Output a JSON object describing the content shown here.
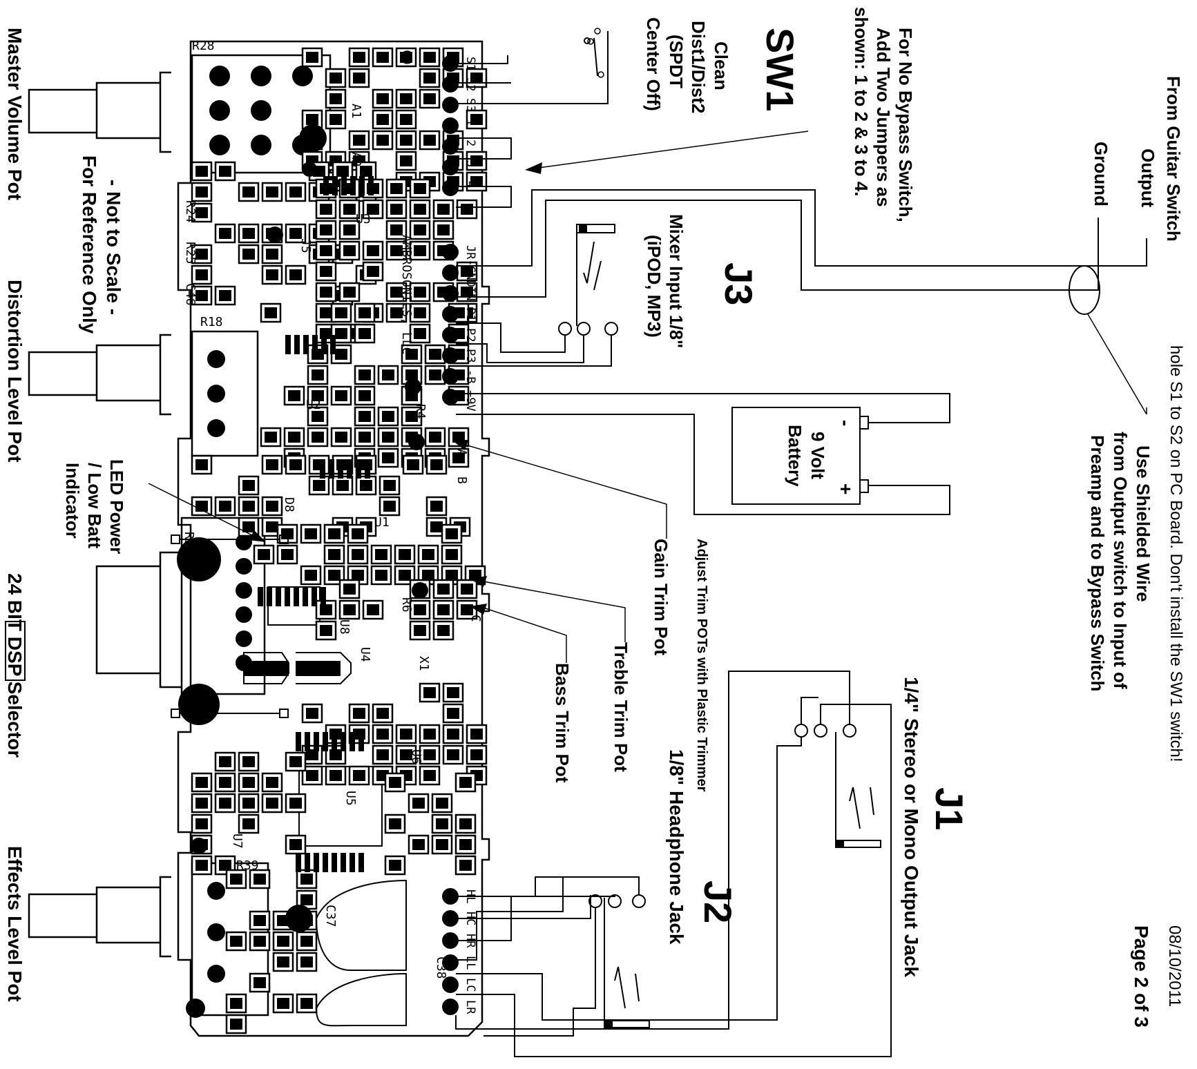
{
  "header": {
    "date": "08/10/2011",
    "page": "Page 2 of 3",
    "note": "hole S1 to S2 on PC Board. Don't install the SW1 switch!"
  },
  "labels": {
    "from_guitar_switch": "From Guitar Switch",
    "output": "Output",
    "ground": "Ground",
    "shielded_1": "Use Shielded Wire",
    "shielded_2": "from Output switch to Input of",
    "shielded_3": "Preamp and to Bypass Switch",
    "bypass_1": "For No Bypass Switch,",
    "bypass_2": "Add Two Jumpers as",
    "bypass_3": "shown: 1 to 2  &  3 to 4.",
    "sw1": "SW1",
    "sw1_1": "Clean",
    "sw1_2": "Dist1/Dist2",
    "sw1_3": "(SPDT",
    "sw1_4": "Center Off)",
    "j3": "J3",
    "j3_1": "Mixer Input 1/8\"",
    "j3_2": "(iPOD, MP3)",
    "battery_minus": "-",
    "battery_plus": "+",
    "battery_1": "9 Volt",
    "battery_2": "Battery",
    "gain_trim": "Gain Trim Pot",
    "adjust_trim": "Adjust Trim POTs with Plastic Trimmer",
    "treble_trim": "Treble Trim Pot",
    "bass_trim": "Bass Trim Pot",
    "j1": "J1",
    "j1_desc": "1/4\" Stereo or Mono Output Jack",
    "j2": "J2",
    "j2_desc": "1/8\" Headphone Jack",
    "master_volume": "Master Volume Pot",
    "not_to_scale_1": "- Not to Scale -",
    "not_to_scale_2": "For Reference Only",
    "distortion_level": "Distortion Level Pot",
    "led_1": "LED Power",
    "led_2": "/ Low Batt",
    "led_3": "Indicator",
    "dsp_selector": "24 BIT DSP Selector",
    "effects_level": "Effects Level Pot"
  },
  "board": {
    "vendor": "AMBROSONICS, LLC",
    "pins_top_a": [
      "S1",
      "S2",
      "S3",
      "1",
      "2",
      "3",
      "4"
    ],
    "pins_top_b": [
      "JR-",
      "GND",
      "IN",
      "P1",
      "P2",
      "P3",
      "-B",
      "+9V"
    ],
    "pins_bottom": [
      "HL",
      "HC",
      "HR",
      "LL",
      "LC",
      "LR"
    ],
    "refs": [
      "R28",
      "C9",
      "A1",
      "A2",
      "U3",
      "J5",
      "R24",
      "R25",
      "C46",
      "R18",
      "U2",
      "R4",
      "A",
      "B",
      "D8",
      "R59",
      "U1",
      "R6",
      "C",
      "U8",
      "U4",
      "X1",
      "U6",
      "U5",
      "U7",
      "R39",
      "C37",
      "C38"
    ]
  }
}
